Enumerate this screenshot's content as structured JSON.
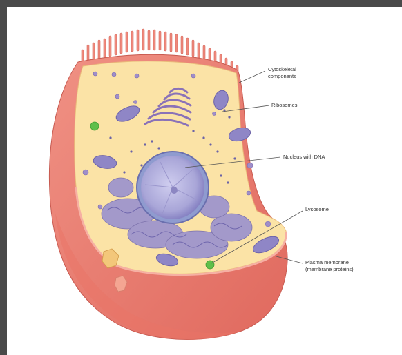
{
  "colors": {
    "background": "#4a4a4a",
    "membrane": "#e9786d",
    "membrane_light": "#f3a79a",
    "cytoplasm": "#fbe3a6",
    "organelle_purple": "#8f86c6",
    "nucleus": "#b4b2dd",
    "lysosome": "#5fbf4a",
    "leader_line": "#555555"
  },
  "labels": {
    "cytoskeletal_1": "Cytoskeletal",
    "cytoskeletal_2": "components",
    "ribosomes": "Ribosomes",
    "nucleus": "Nucleus with DNA",
    "lysosome": "Lysosome",
    "plasma_1": "Plasma membrane",
    "plasma_2": "(membrane proteins)"
  }
}
